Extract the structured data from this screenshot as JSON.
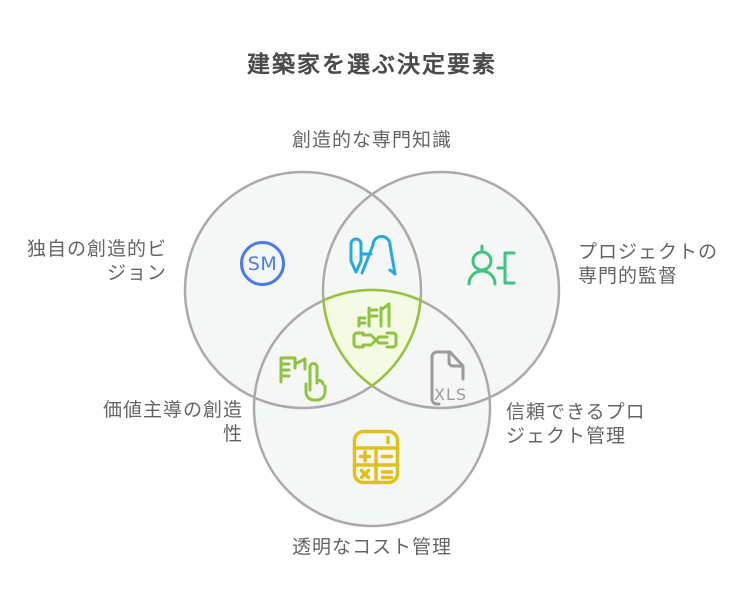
{
  "title": "建築家を選ぶ決定要素",
  "diagram": {
    "type": "venn-3",
    "regions": [
      {
        "position": "top",
        "label": "創造的な専門知識",
        "icon": "drafting-compass-icon"
      },
      {
        "position": "left",
        "label": "独自の創造的ビ\nジョン",
        "icon": "sm-badge-icon",
        "icon_text": "SM"
      },
      {
        "position": "right",
        "label": "プロジェクトの\n専門的監督",
        "icon": "construction-worker-icon"
      },
      {
        "position": "bottom",
        "label": "透明なコスト管理",
        "icon": "calculator-icon"
      },
      {
        "position": "bottom-left-overlap",
        "label": "価値主導の創造\n性",
        "icon": "hand-tap-building-icon"
      },
      {
        "position": "bottom-right-overlap",
        "label": "信頼できるプロ\nジェクト管理",
        "icon": "xls-file-icon",
        "icon_text": "XLS"
      },
      {
        "position": "center",
        "label": "",
        "icon": "building-handshake-icon"
      }
    ]
  },
  "colors": {
    "circle_fill": "#f5f6f6",
    "circle_stroke": "#aaaaaa",
    "center_fill": "#f4fae3",
    "center_stroke": "#97c33c",
    "blue": "#4a7ce8",
    "cyan": "#29a8e0",
    "green": "#3ec480",
    "yellow_green": "#8ec43e",
    "gold": "#dfc11d",
    "icon_gray": "#9b9b9b",
    "title_text": "#4a4a4a",
    "label_text": "#646464"
  }
}
